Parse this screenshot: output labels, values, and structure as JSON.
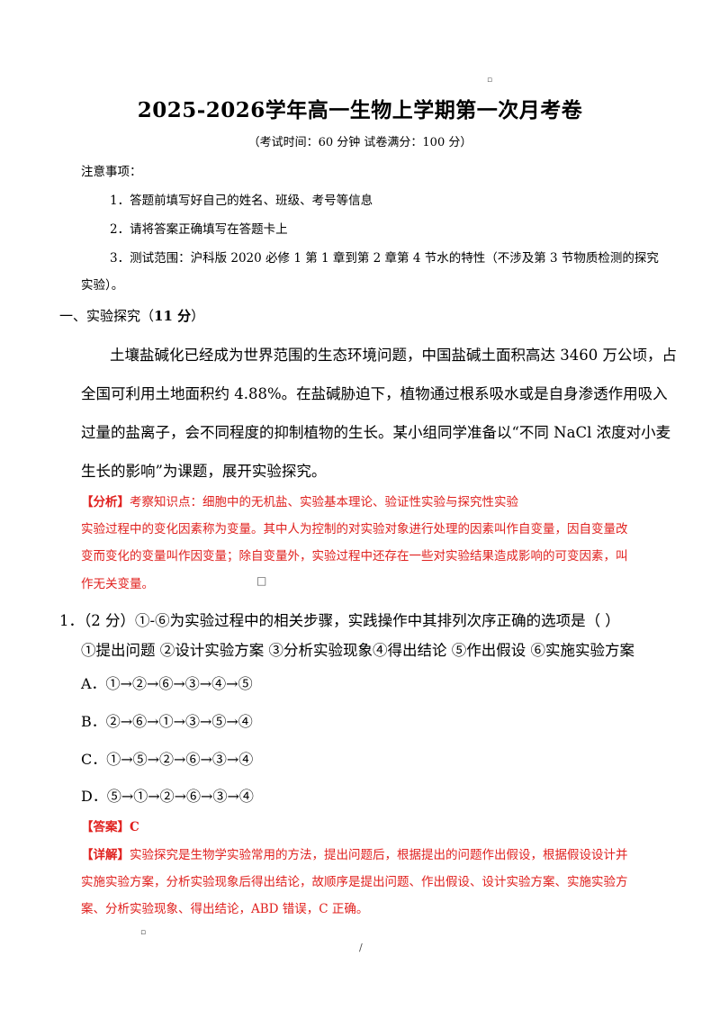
{
  "header_mark": "▫",
  "title": "2025-2026学年高一生物上学期第一次月考卷",
  "subtitle": "（考试时间：60 分钟     试卷满分：100 分）",
  "notice": {
    "heading": "注意事项：",
    "items": [
      "1．答题前填写好自己的姓名、班级、考号等信息",
      "2．请将答案正确填写在答题卡上",
      "3．测试范围：沪科版 2020 必修 1 第 1 章到第 2 章第 4 节水的特性（不涉及第 3 节物质检测的探究",
      "实验）。"
    ]
  },
  "section": {
    "title_prefix": "一、实验探究（",
    "score": "11 分",
    "title_suffix": "）"
  },
  "passage": [
    "土壤盐碱化已经成为世界范围的生态环境问题，中国盐碱土面积高达 3460 万公顷，占",
    "全国可利用土地面积约 4.88%。在盐碱胁迫下，植物通过根系吸水或是自身渗透作用吸入",
    "过量的盐离子，会不同程度的抑制植物的生长。某小组同学准备以“不同 NaCl 浓度对小麦",
    "生长的影响”为课题，展开实验探究。"
  ],
  "analysis": {
    "tag": "【分析】",
    "lines": [
      "考察知识点：细胞中的无机盐、实验基本理论、验证性实验与探究性实验",
      "实验过程中的变化因素称为变量。其中人为控制的对实验对象进行处理的因素叫作自变量，因自变量改",
      "变而变化的变量叫作因变量；除自变量外，实验过程中还存在一些对实验结果造成影响的可变因素，叫",
      "作无关变量。"
    ],
    "end_mark": "□"
  },
  "question": {
    "stem": "1．（2 分）①-⑥为实验过程中的相关步骤，实践操作中其排列次序正确的选项是（          ）",
    "steps": "①提出问题 ②设计实验方案 ③分析实验现象④得出结论  ⑤作出假设 ⑥实施实验方案",
    "options": [
      "A．①→②→⑥→③→④→⑤",
      "B．②→⑥→①→③→⑤→④",
      "C．①→⑤→②→⑥→③→④",
      "D．⑤→①→②→⑥→③→④"
    ]
  },
  "answer": {
    "tag": "【答案】",
    "value": "C"
  },
  "detail": {
    "tag": "【详解】",
    "lines": [
      "实验探究是生物学实验常用的方法，提出问题后，根据提出的问题作出假设，根据假设设计并",
      "实施实验方案，分析实验现象后得出结论，故顺序是提出问题、作出假设、设计实验方案、实施实验方",
      "案、分析实验现象、得出结论，ABD 错误，C 正确。"
    ]
  },
  "footer": {
    "mark": "▫",
    "page_sep": "/"
  }
}
